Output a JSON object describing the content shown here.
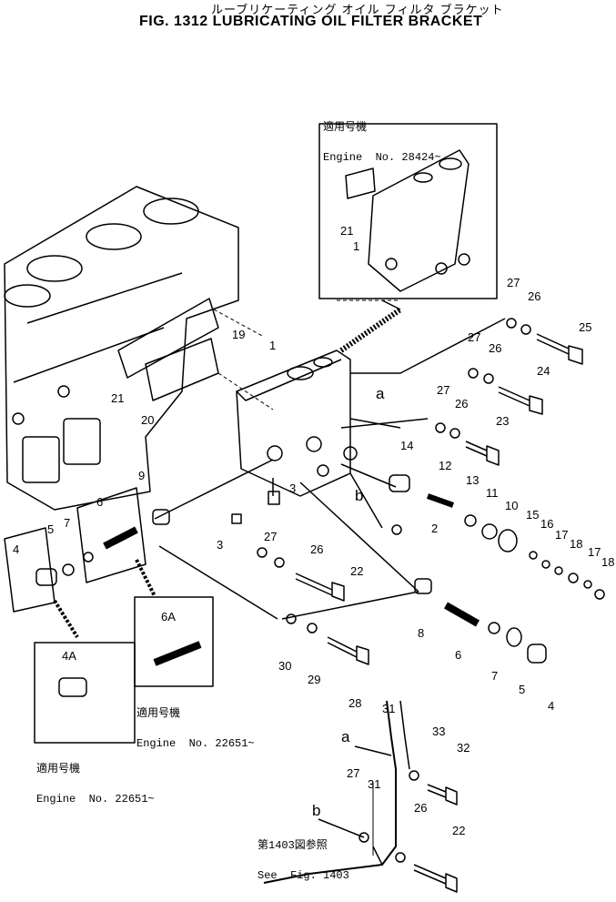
{
  "title": {
    "japanese": "ルーブリケーティング オイル フィルタ ブラケット",
    "english": "FIG. 1312  LUBRICATING OIL FILTER BRACKET"
  },
  "callouts": {
    "top": {
      "jp": "適用号機",
      "en": "Engine  No. 28424~"
    },
    "mid": {
      "jp": "適用号機",
      "en": "Engine  No. 22651~"
    },
    "left": {
      "jp": "適用号機",
      "en": "Engine  No. 22651~"
    },
    "see": {
      "jp": "第1403図参照",
      "en": "See  Fig. 1403"
    }
  },
  "parts": [
    {
      "id": "p27a",
      "label": "27"
    },
    {
      "id": "p26a",
      "label": "26"
    },
    {
      "id": "p25",
      "label": "25"
    },
    {
      "id": "p27b",
      "label": "27"
    },
    {
      "id": "p26b",
      "label": "26"
    },
    {
      "id": "p24",
      "label": "24"
    },
    {
      "id": "p27c",
      "label": "27"
    },
    {
      "id": "p26c",
      "label": "26"
    },
    {
      "id": "p23",
      "label": "23"
    },
    {
      "id": "p14",
      "label": "14"
    },
    {
      "id": "p12",
      "label": "12"
    },
    {
      "id": "p13",
      "label": "13"
    },
    {
      "id": "p11",
      "label": "11"
    },
    {
      "id": "p10",
      "label": "10"
    },
    {
      "id": "p15",
      "label": "15"
    },
    {
      "id": "p16",
      "label": "16"
    },
    {
      "id": "p17a",
      "label": "17"
    },
    {
      "id": "p18a",
      "label": "18"
    },
    {
      "id": "p17b",
      "label": "17"
    },
    {
      "id": "p18b",
      "label": "18"
    },
    {
      "id": "p2",
      "label": "2"
    },
    {
      "id": "p1",
      "label": "1"
    },
    {
      "id": "p19",
      "label": "19"
    },
    {
      "id": "p21",
      "label": "21"
    },
    {
      "id": "p20",
      "label": "20"
    },
    {
      "id": "p9",
      "label": "9"
    },
    {
      "id": "p3a",
      "label": "3"
    },
    {
      "id": "p3b",
      "label": "3"
    },
    {
      "id": "p27d",
      "label": "27"
    },
    {
      "id": "p26d",
      "label": "26"
    },
    {
      "id": "p22a",
      "label": "22"
    },
    {
      "id": "p6",
      "label": "6"
    },
    {
      "id": "p5",
      "label": "5"
    },
    {
      "id": "p7",
      "label": "7"
    },
    {
      "id": "p4",
      "label": "4"
    },
    {
      "id": "p6A",
      "label": "6A"
    },
    {
      "id": "p4A",
      "label": "4A"
    },
    {
      "id": "p8",
      "label": "8"
    },
    {
      "id": "p6b",
      "label": "6"
    },
    {
      "id": "p7b",
      "label": "7"
    },
    {
      "id": "p5b",
      "label": "5"
    },
    {
      "id": "p4b",
      "label": "4"
    },
    {
      "id": "p30",
      "label": "30"
    },
    {
      "id": "p29",
      "label": "29"
    },
    {
      "id": "p28",
      "label": "28"
    },
    {
      "id": "p31a",
      "label": "31"
    },
    {
      "id": "p33",
      "label": "33"
    },
    {
      "id": "p32",
      "label": "32"
    },
    {
      "id": "p27e",
      "label": "27"
    },
    {
      "id": "p31b",
      "label": "31"
    },
    {
      "id": "p26e",
      "label": "26"
    },
    {
      "id": "p22b",
      "label": "22"
    },
    {
      "id": "p21top",
      "label": "21"
    },
    {
      "id": "p1top",
      "label": "1"
    }
  ],
  "refs": {
    "a1": "a",
    "b1": "b",
    "a2": "a",
    "b2": "b"
  }
}
